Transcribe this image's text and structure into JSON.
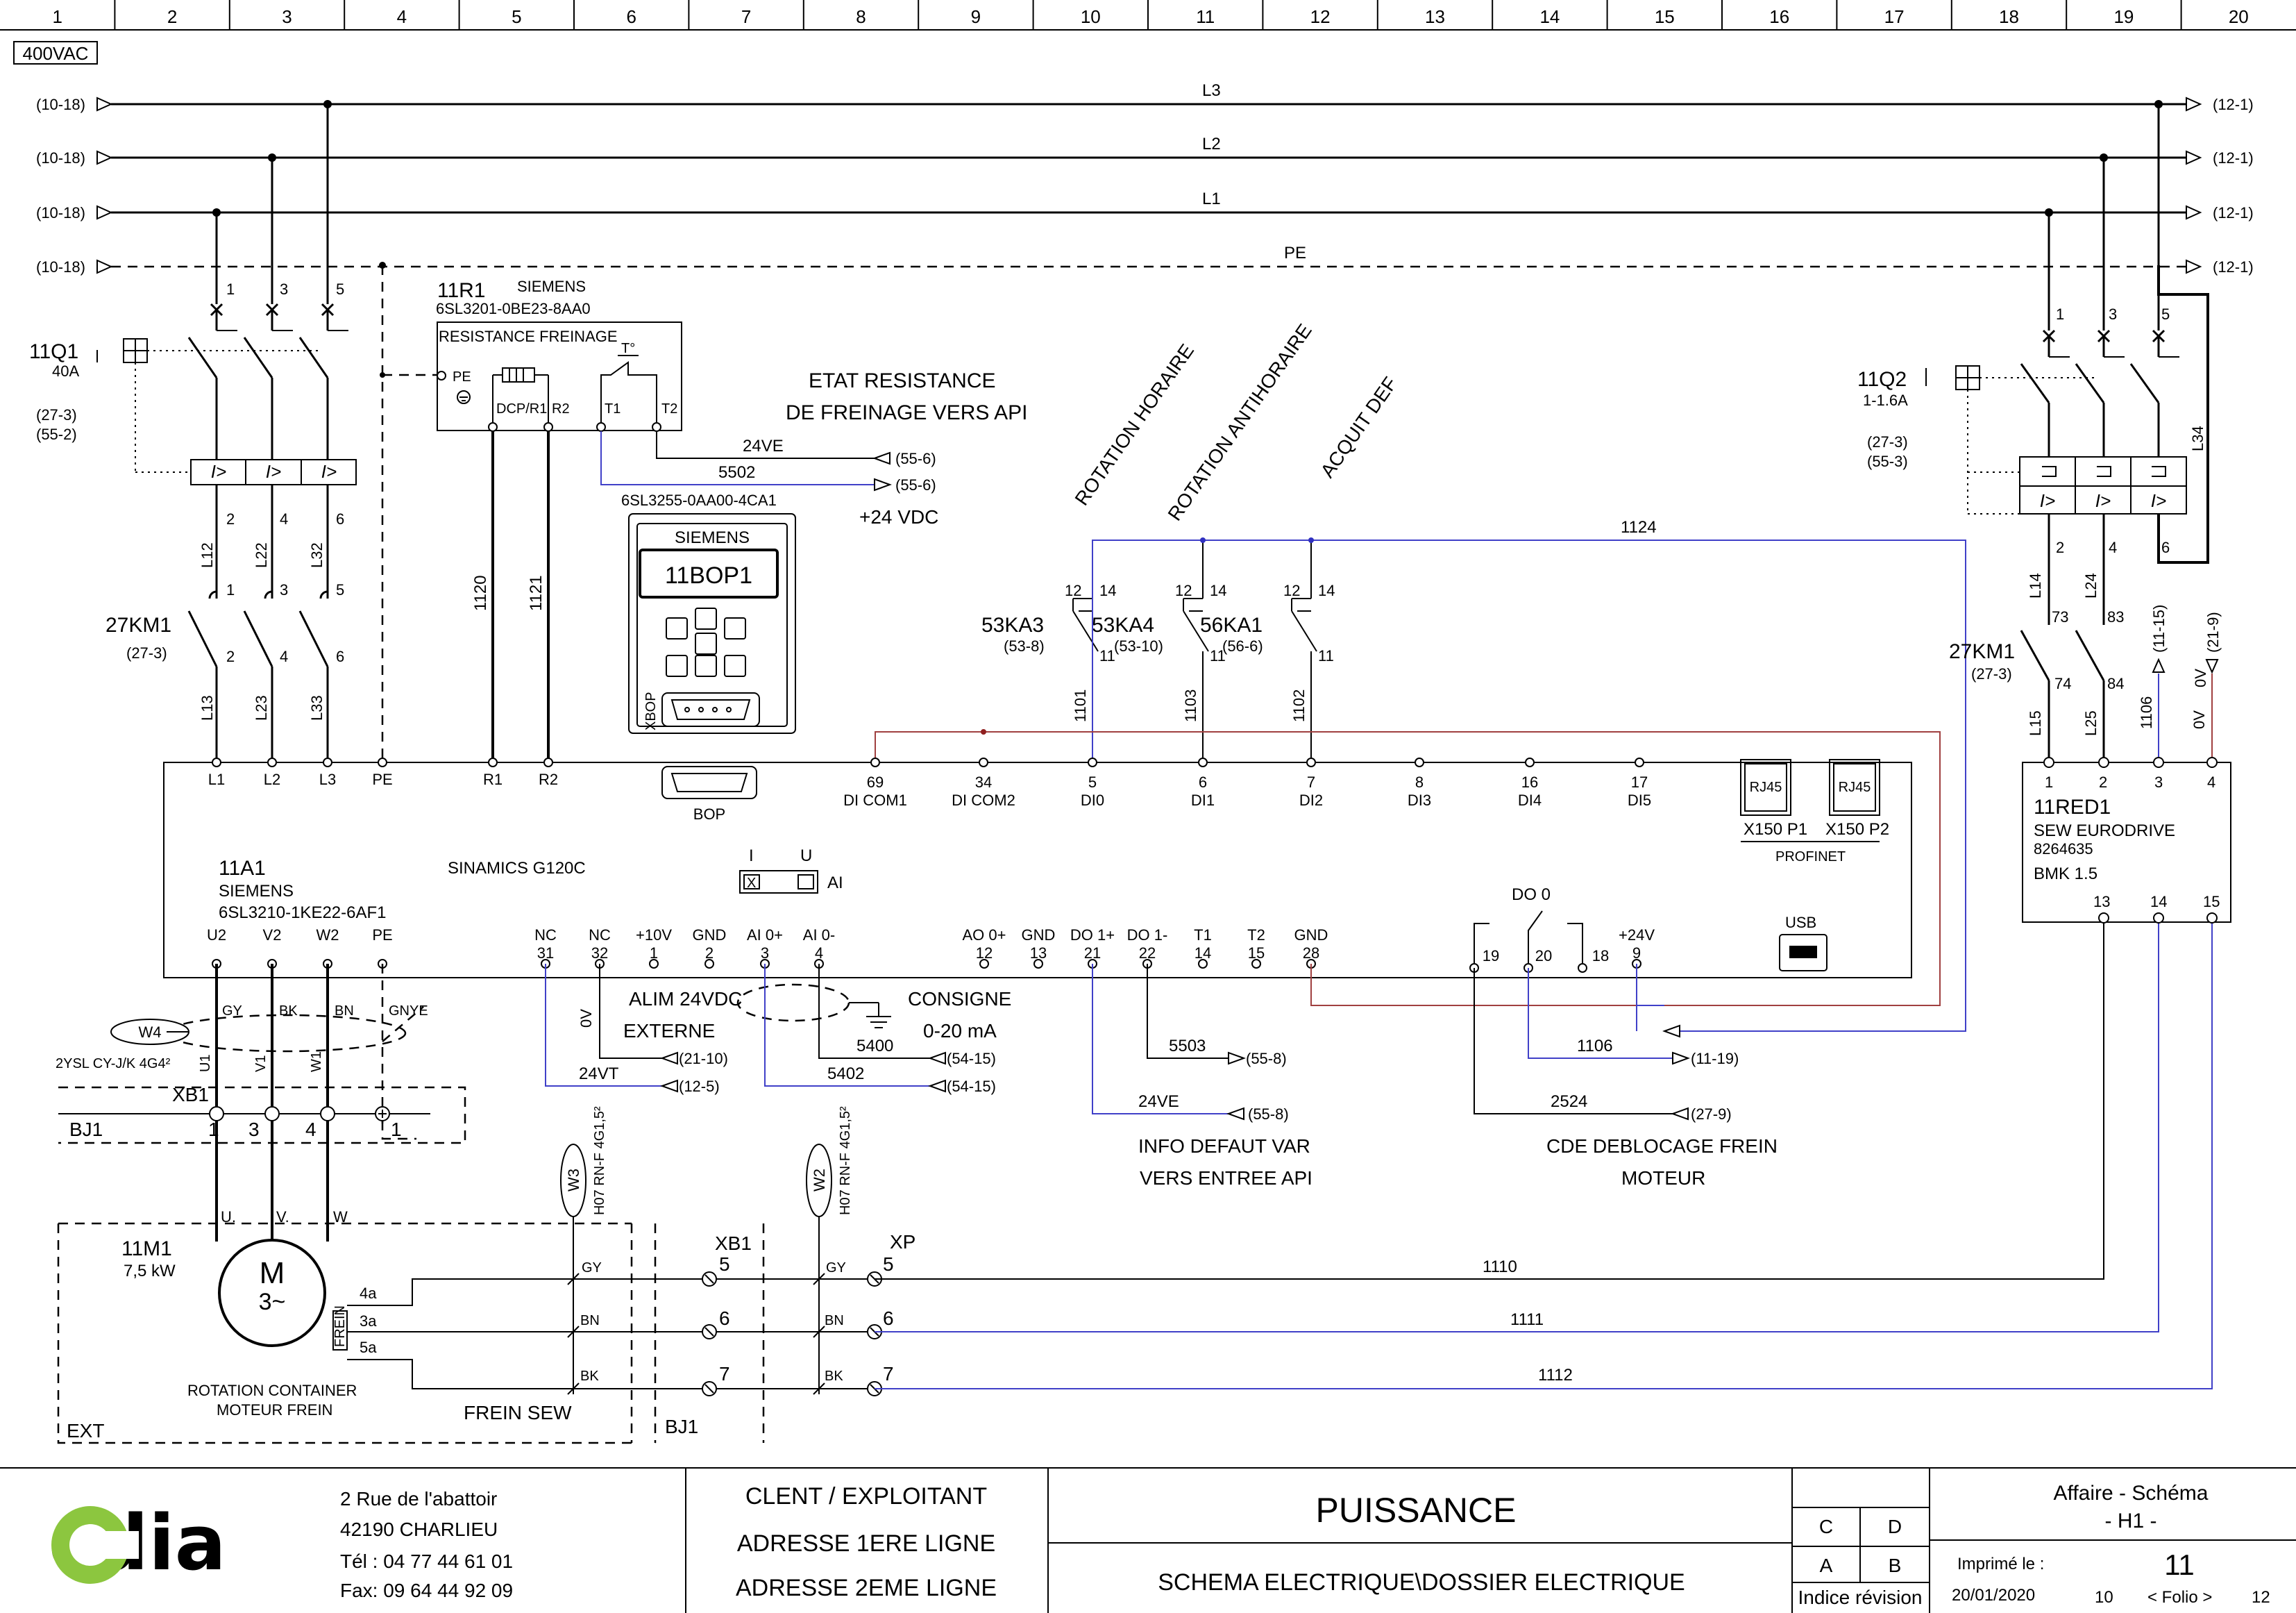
{
  "page_title": "PUISSANCE",
  "column_numbers": [
    "1",
    "2",
    "3",
    "4",
    "5",
    "6",
    "7",
    "8",
    "9",
    "10",
    "11",
    "12",
    "13",
    "14",
    "15",
    "16",
    "17",
    "18",
    "19",
    "20"
  ],
  "supply": {
    "voltage": "400VAC",
    "buses": [
      {
        "name": "L3",
        "ref_left": "(10-18)",
        "ref_right": "(12-1)"
      },
      {
        "name": "L2",
        "ref_left": "(10-18)",
        "ref_right": "(12-1)"
      },
      {
        "name": "L1",
        "ref_left": "(10-18)",
        "ref_right": "(12-1)"
      },
      {
        "name": "PE",
        "ref_left": "(10-18)",
        "ref_right": "(12-1)"
      }
    ]
  },
  "components": {
    "q1": {
      "tag": "11Q1",
      "rating": "40A",
      "ref1": "(27-3)",
      "ref2": "(55-2)",
      "poles_top": [
        "1",
        "3",
        "5"
      ],
      "poles_bottom": [
        "2",
        "4",
        "6"
      ],
      "trip": "I>"
    },
    "km1_left": {
      "tag": "27KM1",
      "ref": "(27-3)",
      "poles_top": [
        "1",
        "3",
        "5"
      ],
      "poles_bottom": [
        "2",
        "4",
        "6"
      ]
    },
    "wires_left": [
      "L12",
      "L22",
      "L32",
      "L13",
      "L23",
      "L33"
    ],
    "r1": {
      "tag": "11R1",
      "maker": "SIEMENS",
      "part": "6SL3201-0BE23-8AA0",
      "title": "RESISTANCE FREINAGE",
      "pe": "PE",
      "dcp": "DCP/R1",
      "r2": "R2",
      "t1": "T1",
      "t2": "T2",
      "temp": "T°"
    },
    "brake_state": {
      "line1": "ETAT RESISTANCE",
      "line2": "DE FREINAGE VERS API",
      "w1": "24VE",
      "w1_ref": "(55-6)",
      "w2": "5502",
      "w2_ref": "(55-6)",
      "supply": "+24 VDC"
    },
    "bop": {
      "part": "6SL3255-0AA00-4CA1",
      "maker": "SIEMENS",
      "tag": "11BOP1",
      "xbop": "XBOP",
      "bop": "BOP"
    },
    "wires_r": [
      "1120",
      "1121"
    ],
    "rotations": [
      "ROTATION HORAIRE",
      "ROTATION ANTIHORAIRE",
      "ACQUIT DEF"
    ],
    "relays": [
      {
        "tag": "53KA3",
        "ref": "(53-8)",
        "c12": "12",
        "c14": "14",
        "c11": "11",
        "wire": "1101"
      },
      {
        "tag": "53KA4",
        "ref": "(53-10)",
        "c12": "12",
        "c14": "14",
        "c11": "11",
        "wire": "1103"
      },
      {
        "tag": "56KA1",
        "ref": "(56-6)",
        "c12": "12",
        "c14": "14",
        "c11": "11",
        "wire": "1102"
      }
    ],
    "bus_1124": "1124",
    "drive": {
      "tag": "11A1",
      "maker": "SIEMENS",
      "part": "6SL3210-1KE22-6AF1",
      "model": "SINAMICS G120C",
      "top_terms": [
        "L1",
        "L2",
        "L3",
        "PE",
        "R1",
        "R2"
      ],
      "di_terms": [
        {
          "num": "69",
          "label": "DI COM1"
        },
        {
          "num": "34",
          "label": "DI COM2"
        },
        {
          "num": "5",
          "label": "DI0"
        },
        {
          "num": "6",
          "label": "DI1"
        },
        {
          "num": "7",
          "label": "DI2"
        },
        {
          "num": "8",
          "label": "DI3"
        },
        {
          "num": "16",
          "label": "DI4"
        },
        {
          "num": "17",
          "label": "DI5"
        }
      ],
      "rj45": "RJ45",
      "x150p1": "X150 P1",
      "x150p2": "X150 P2",
      "profinet": "PROFINET",
      "iu_i": "I",
      "iu_u": "U",
      "ai": "AI",
      "iu_x": "X",
      "bottom_terms": [
        {
          "label": "U2",
          "num": ""
        },
        {
          "label": "V2",
          "num": ""
        },
        {
          "label": "W2",
          "num": ""
        },
        {
          "label": "PE",
          "num": ""
        },
        {
          "label": "NC",
          "num": "31"
        },
        {
          "label": "NC",
          "num": "32"
        },
        {
          "label": "+10V",
          "num": "1"
        },
        {
          "label": "GND",
          "num": "2"
        },
        {
          "label": "AI 0+",
          "num": "3"
        },
        {
          "label": "AI 0-",
          "num": "4"
        },
        {
          "label": "AO 0+",
          "num": "12"
        },
        {
          "label": "GND",
          "num": "13"
        },
        {
          "label": "DO 1+",
          "num": "21"
        },
        {
          "label": "DO 1-",
          "num": "22"
        },
        {
          "label": "T1",
          "num": "14"
        },
        {
          "label": "T2",
          "num": "15"
        },
        {
          "label": "GND",
          "num": "28"
        },
        {
          "label": "+24V",
          "num": "9"
        }
      ],
      "do0": "DO 0",
      "do0_terms": [
        "19",
        "20",
        "18"
      ],
      "usb": "USB"
    },
    "alim": {
      "l1": "ALIM 24VDC",
      "l2": "EXTERNE",
      "v0": "0V",
      "r1": "(21-10)",
      "w": "24VT",
      "r2": "(12-5)"
    },
    "consigne": {
      "l1": "CONSIGNE",
      "l2": "0-20 mA",
      "w1": "5400",
      "r1": "(54-15)",
      "w2": "5402",
      "r2": "(54-15)"
    },
    "info_defaut": {
      "w1": "5503",
      "r1": "(55-8)",
      "w2": "24VE",
      "r2": "(55-8)",
      "l1": "INFO DEFAUT VAR",
      "l2": "VERS ENTREE API"
    },
    "deblocage": {
      "w1": "1106",
      "r1": "(11-19)",
      "w2": "2524",
      "r2": "(27-9)",
      "l1": "CDE DEBLOCAGE FREIN",
      "l2": "MOTEUR"
    },
    "w4": {
      "tag": "W4",
      "spec": "2YSL CY-J/K 4G4²",
      "cores": [
        "GY",
        "BK",
        "BN",
        "GNYE"
      ],
      "wires": [
        "U1",
        "V1",
        "W1"
      ]
    },
    "xb1_top": {
      "tag": "XB1",
      "terms": [
        "1",
        "3",
        "4",
        "1"
      ],
      "bj": "BJ1"
    },
    "motor": {
      "tag": "11M1",
      "power": "7,5 kW",
      "symbol": "M",
      "phase": "3~",
      "terms": [
        "U.",
        "V.",
        "W"
      ],
      "brake": "FREIN",
      "brake_terms": [
        "4a",
        "3a",
        "5a"
      ],
      "cap1": "ROTATION CONTAINER",
      "cap2": "MOTEUR FREIN",
      "frein": "FREIN SEW",
      "ext": "EXT",
      "bj": "BJ1"
    },
    "w3": {
      "tag": "W3",
      "spec": "H07 RN-F 4G1,5²"
    },
    "w2c": {
      "tag": "W2",
      "spec": "H07 RN-F 4G1,5²"
    },
    "xb1_bottom": {
      "tag": "XB1",
      "terms": [
        "5",
        "6",
        "7"
      ]
    },
    "xp": {
      "tag": "XP",
      "terms": [
        "5",
        "6",
        "7"
      ]
    },
    "cores3": [
      "GY",
      "BN",
      "BK"
    ],
    "motor_wires": [
      "1110",
      "1111",
      "1112"
    ],
    "q2": {
      "tag": "11Q2",
      "rating": "1-1.6A",
      "ref1": "(27-3)",
      "ref2": "(55-3)",
      "poles_top": [
        "1",
        "3",
        "5"
      ],
      "poles_bottom": [
        "2",
        "4",
        "6"
      ],
      "wire": "L34",
      "trip": "I>"
    },
    "km1_right": {
      "tag": "27KM1",
      "ref": "(27-3)",
      "c1": "73",
      "c2": "83",
      "c3": "74",
      "c4": "84",
      "w1": "L14",
      "w2": "L24",
      "w3": "L15",
      "w4": "L25"
    },
    "ref_1115": "(11-15)",
    "ref_219": "(21-9)",
    "ov": "0V",
    "wire_1106": "1106",
    "red": {
      "tag": "11RED1",
      "maker": "SEW EURODRIVE",
      "part": "8264635",
      "model": "BMK 1.5",
      "top_terms": [
        "1",
        "2",
        "3",
        "4"
      ],
      "bottom_terms": [
        "13",
        "14",
        "15"
      ]
    }
  },
  "title_block": {
    "logo": "cdia",
    "address": [
      "2 Rue de l'abattoir",
      "42190 CHARLIEU",
      "Tél : 04 77 44 61 01",
      "Fax: 09 64 44 92 09"
    ],
    "client": [
      "CLENT / EXPLOITANT",
      "ADRESSE 1ERE LIGNE",
      "ADRESSE 2EME LIGNE"
    ],
    "title": "PUISSANCE",
    "subtitle": "SCHEMA ELECTRIQUE\\DOSSIER ELECTRIQUE",
    "rev_letters": [
      "C",
      "D",
      "A",
      "B"
    ],
    "rev_label": "Indice révision",
    "affaire": "Affaire - Schéma",
    "affaire_value": "-   H1 -",
    "printed_label": "Imprimé le :",
    "printed_date": "20/01/2020",
    "folio": "11",
    "folio_prev": "10",
    "folio_label": "< Folio >",
    "folio_next": "12"
  }
}
